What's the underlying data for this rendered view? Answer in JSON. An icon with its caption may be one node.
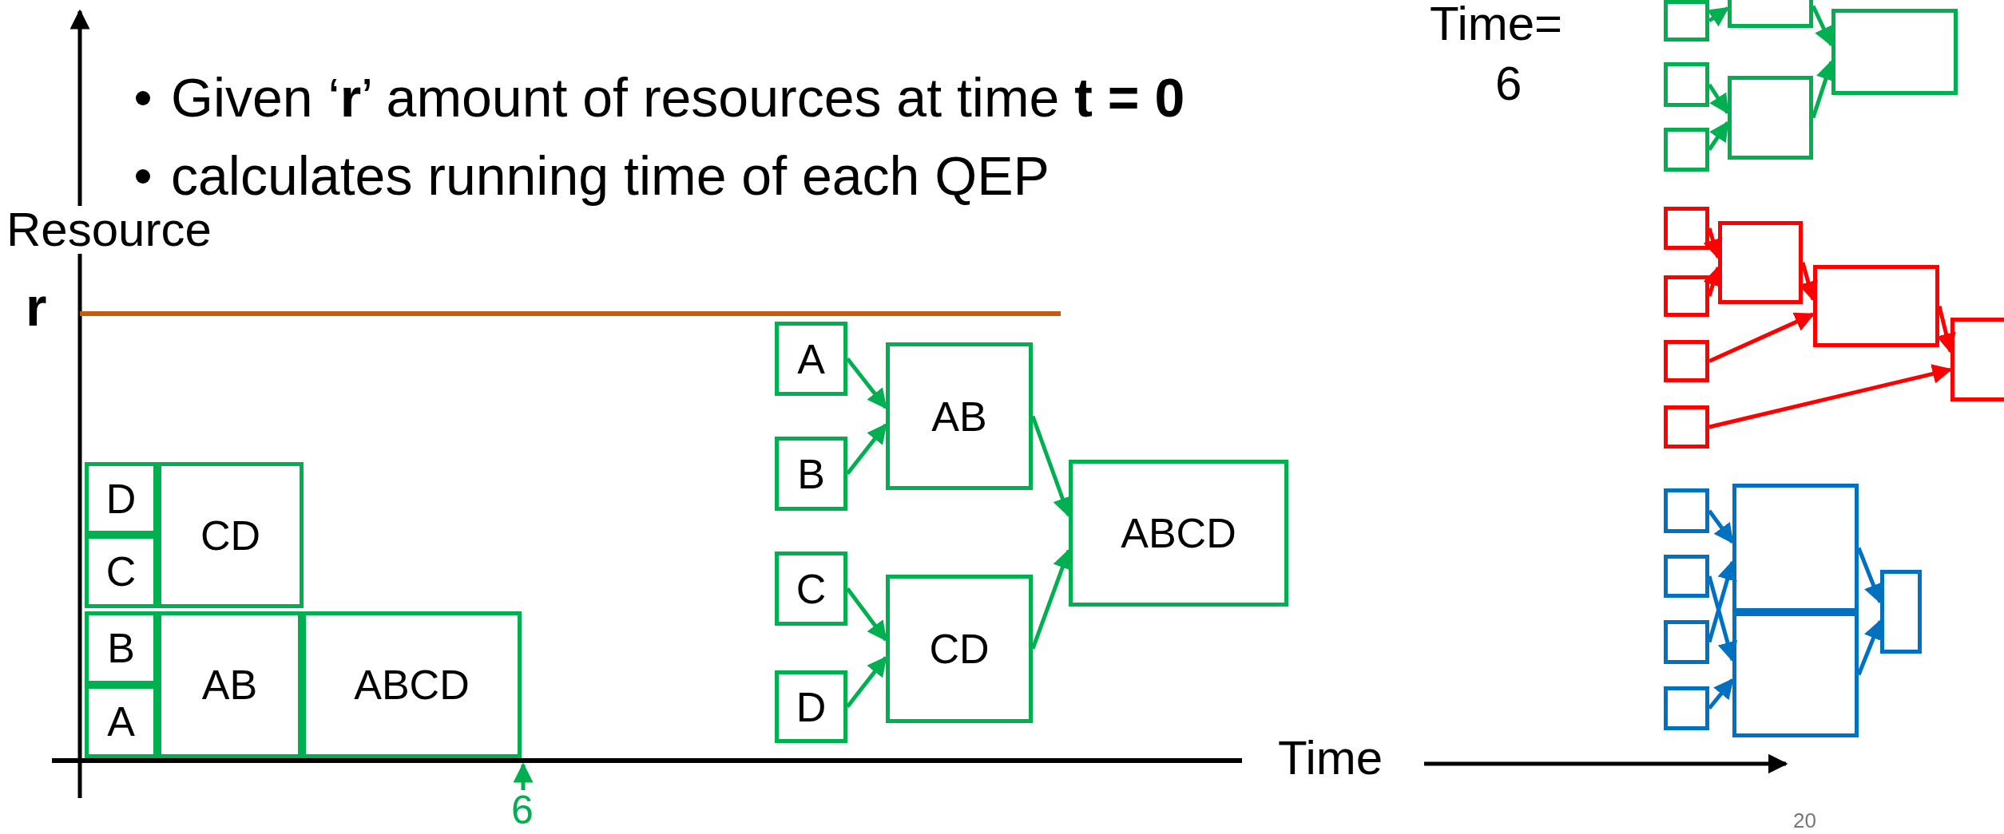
{
  "diagram": {
    "nodes": [
      {
        "text": [
          "D"
        ]
      },
      {
        "text": [
          "C"
        ]
      },
      {
        "text": [
          "B"
        ]
      },
      {
        "text": [
          "A"
        ]
      },
      {
        "text": [
          "CD"
        ]
      },
      {
        "text": [
          "AB"
        ]
      },
      {
        "text": [
          "ABCD"
        ]
      },
      {
        "text": [
          "A"
        ]
      },
      {
        "text": [
          "B"
        ]
      },
      {
        "text": [
          "C"
        ]
      },
      {
        "text": [
          "D"
        ]
      },
      {
        "text": [
          "AB"
        ]
      },
      {
        "text": [
          "CD"
        ]
      },
      {
        "text": [
          "ABCD"
        ]
      },
      {
        "text": [],
        "shape": "box"
      },
      {
        "text": [],
        "shape": "box"
      },
      {
        "text": [],
        "shape": "box"
      },
      {
        "text": [],
        "shape": "box"
      },
      {
        "text": [],
        "shape": "box"
      },
      {
        "text": [],
        "shape": "box"
      },
      {
        "text": [],
        "shape": "box"
      },
      {
        "text": [],
        "shape": "box"
      },
      {
        "text": [],
        "shape": "box"
      },
      {
        "text": [],
        "shape": "box"
      },
      {
        "text": [],
        "shape": "box"
      },
      {
        "text": [],
        "shape": "box"
      },
      {
        "text": [],
        "shape": "box"
      },
      {
        "text": [],
        "shape": "box"
      },
      {
        "text": [],
        "shape": "box"
      },
      {
        "text": [],
        "shape": "box"
      },
      {
        "text": [],
        "shape": "box"
      },
      {
        "text": [],
        "shape": "box"
      },
      {
        "text": [],
        "shape": "box"
      },
      {
        "text": [],
        "shape": "box"
      }
    ],
    "edges": [
      {
        "from": 7,
        "to": 11,
        "arrow": "to"
      },
      {
        "from": 8,
        "to": 11,
        "arrow": "to"
      },
      {
        "from": 9,
        "to": 12,
        "arrow": "to"
      },
      {
        "from": 10,
        "to": 12,
        "arrow": "to"
      },
      {
        "from": 11,
        "to": 13,
        "arrow": "to"
      },
      {
        "from": 12,
        "to": 13,
        "arrow": "to"
      },
      {
        "from": 14,
        "to": 17,
        "arrow": "to"
      },
      {
        "from": 15,
        "to": 18,
        "arrow": "to"
      },
      {
        "from": 16,
        "to": 18,
        "arrow": "to"
      },
      {
        "from": 17,
        "to": 19,
        "arrow": "to"
      },
      {
        "from": 18,
        "to": 19,
        "arrow": "to"
      },
      {
        "from": 20,
        "to": 24,
        "arrow": "to",
        "color": "#ff0000"
      },
      {
        "from": 21,
        "to": 24,
        "arrow": "to",
        "color": "#ff0000"
      },
      {
        "from": 22,
        "to": 25,
        "arrow": "to",
        "color": "#ff0000"
      },
      {
        "from": 23,
        "to": 26,
        "arrow": "to",
        "color": "#ff0000"
      },
      {
        "from": 24,
        "to": 25,
        "arrow": "to",
        "color": "#ff0000"
      },
      {
        "from": 25,
        "to": 26,
        "arrow": "to",
        "color": "#ff0000"
      },
      {
        "from": 27,
        "to": 31,
        "arrow": "to",
        "color": "#0070c0"
      },
      {
        "from": 28,
        "to": 32,
        "arrow": "to",
        "color": "#0070c0"
      },
      {
        "from": 29,
        "to": 31,
        "arrow": "to",
        "color": "#0070c0"
      },
      {
        "from": 30,
        "to": 32,
        "arrow": "to",
        "color": "#0070c0"
      },
      {
        "from": 31,
        "to": 33,
        "arrow": "to",
        "color": "#0070c0"
      },
      {
        "from": 32,
        "to": 33,
        "arrow": "to",
        "color": "#0070c0"
      }
    ],
    "labels": [
      "Given ‘**r**’ amount of resources at time **t = 0**",
      "calculates running time of each QEP",
      "Resource",
      "r",
      "Time",
      "6",
      "Time=",
      "6",
      "20"
    ]
  }
}
